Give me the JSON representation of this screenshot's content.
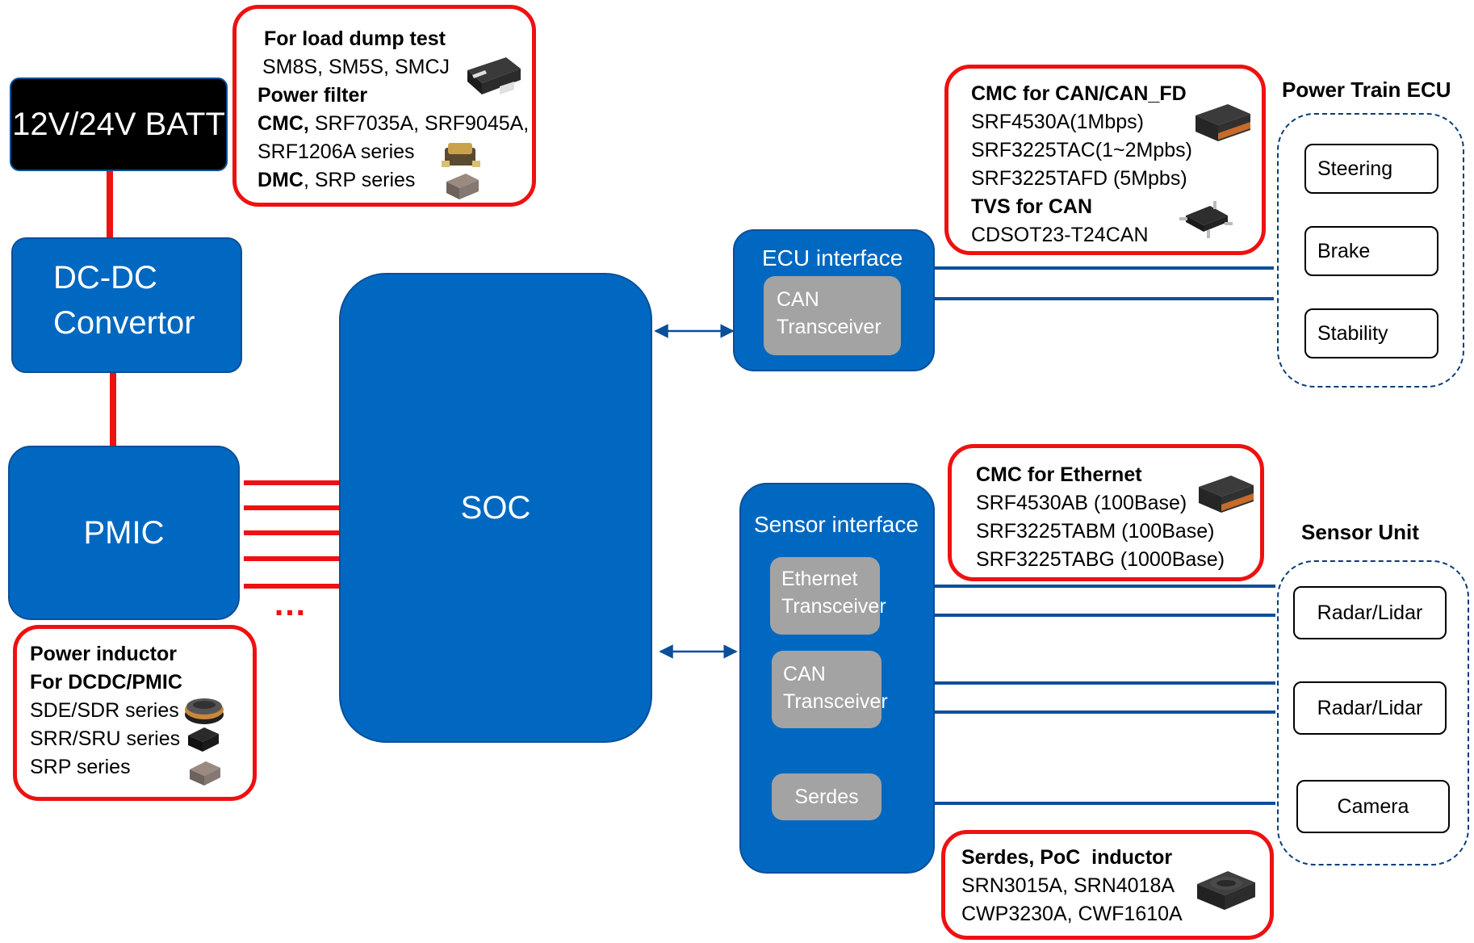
{
  "battery": {
    "label": "12V/24V BATT"
  },
  "dcdc": {
    "line1": "DC-DC",
    "line2": "Convertor"
  },
  "pmic": {
    "label": "PMIC"
  },
  "soc": {
    "label": "SOC"
  },
  "ellipsis": "…",
  "ecu_interface": {
    "title": "ECU interface",
    "can_line1": "CAN",
    "can_line2": "Transceiver"
  },
  "sensor_interface": {
    "title": "Sensor interface",
    "eth_line1": "Ethernet",
    "eth_line2": "Transceiver",
    "can_line1": "CAN",
    "can_line2": "Transceiver",
    "serdes": "Serdes"
  },
  "power_train": {
    "title": "Power Train ECU",
    "items": [
      "Steering",
      "Brake",
      "Stability"
    ]
  },
  "sensor_unit": {
    "title": "Sensor Unit",
    "items": [
      "Radar/Lidar",
      "Radar/Lidar",
      "Camera"
    ]
  },
  "load_dump_box": {
    "title": "For load dump test",
    "line1": "SM8S, SM5S, SMCJ",
    "title2": "Power filter",
    "cmc_bold": "CMC,",
    "cmc_text": " SRF7035A, SRF9045A,",
    "line3": "SRF1206A series",
    "dmc_bold": "DMC",
    "dmc_text": ", SRP series"
  },
  "power_inductor_box": {
    "title1": "Power inductor",
    "title2": "For DCDC/PMIC",
    "line1": "SDE/SDR series",
    "line2": "SRR/SRU series",
    "line3": "SRP series"
  },
  "cmc_can_box": {
    "title": "CMC for CAN/CAN_FD",
    "line1": "SRF4530A(1Mbps)",
    "line2": "SRF3225TAC(1~2Mpbs)",
    "line3": "SRF3225TAFD (5Mpbs)",
    "title2": "TVS for CAN",
    "line4": "CDSOT23-T24CAN"
  },
  "cmc_eth_box": {
    "title": "CMC for Ethernet",
    "line1": "SRF4530AB (100Base)",
    "line2": "SRF3225TABM (100Base)",
    "line3": "SRF3225TABG (1000Base)"
  },
  "serdes_box": {
    "title": "Serdes, PoC  inductor",
    "line1": "SRN3015A, SRN4018A",
    "line2": "CWP3230A, CWF1610A"
  },
  "colors": {
    "blue": "#0068c0",
    "red": "#ee1111",
    "line": "#0a4f9a",
    "grey": "#a3a3a3"
  }
}
